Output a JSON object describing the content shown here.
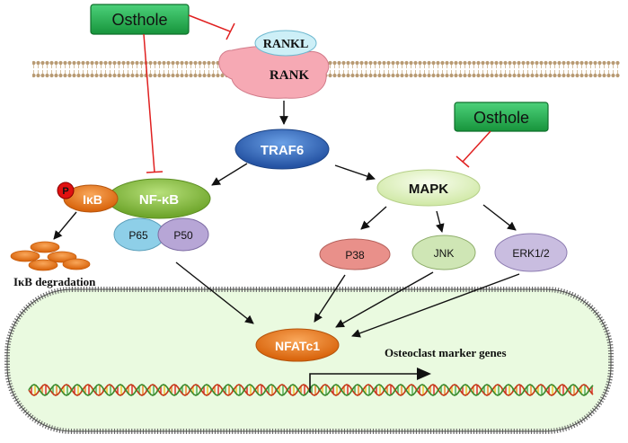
{
  "inhibitor_top": "Osthole",
  "inhibitor_right": "Osthole",
  "ligand": "RANKL",
  "receptor": "RANK",
  "adaptor": "TRAF6",
  "mapk": "MAPK",
  "p38": "P38",
  "jnk": "JNK",
  "erk": "ERK1/2",
  "nfkb": "NF-κB",
  "ikb": "IκB",
  "phospho": "P",
  "p65": "P65",
  "p50": "P50",
  "ikb_degradation": "IκB degradation",
  "nfatc1": "NFATc1",
  "marker_genes": "Osteoclast marker genes",
  "colors": {
    "osthole_fill": "#22b14c",
    "inhibit_line": "#e02020",
    "traf6": "#2f6fc4",
    "mapk": "#e6f5c8",
    "nfkb": "#8dc63f",
    "ikb": "#f07f1e",
    "nfatc1": "#f07f1e",
    "p38": "#e9908a",
    "jnk": "#cfe6b5",
    "erk": "#c9bde0",
    "p65": "#8ecfe8",
    "p50": "#b7a6d6",
    "nucleus": "#eafae0",
    "rank": "#f6a9b4",
    "rankl": "#cdeff7"
  }
}
